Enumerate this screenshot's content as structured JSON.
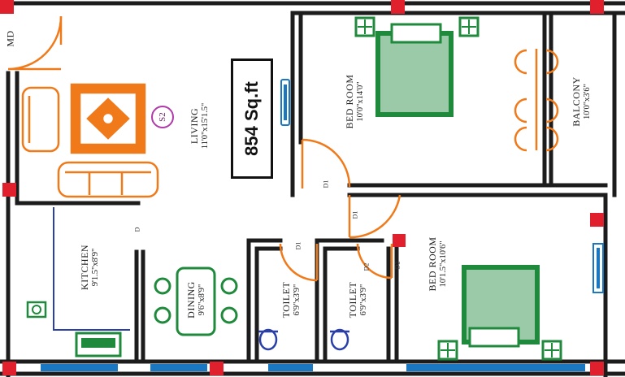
{
  "plan": {
    "area": "854 Sq.ft",
    "badge": "S2",
    "rooms": {
      "md": "MD",
      "living": {
        "name": "LIVING",
        "dims": "11'0\"x15'1.5\""
      },
      "bedroom1": {
        "name": "BED ROOM",
        "dims": "10'0\"x14'0\""
      },
      "balcony": {
        "name": "BALCONY",
        "dims": "10'0\"x3'6\""
      },
      "kitchen": {
        "name": "KITCHEN",
        "dims": "9'1.5\"x8'9\""
      },
      "dining": {
        "name": "DINING",
        "dims": "9'6\"x8'9\""
      },
      "toilet1": {
        "name": "TOILET",
        "dims": "6'9\"x3'9\""
      },
      "toilet2": {
        "name": "TOILET",
        "dims": "6'9\"x3'9\""
      },
      "bedroom2": {
        "name": "BED ROOM",
        "dims": "10'1.5\"x10'6\""
      }
    },
    "door_codes": [
      "D1",
      "D1",
      "D1",
      "D2",
      "D2",
      "D"
    ]
  },
  "colors": {
    "wall": "#1c1c1c",
    "column": "#e0202c",
    "furniture_orange": "#f07a1a",
    "bed_green": "#1f8a3c",
    "window_blue": "#1a78c2",
    "kitchen_line": "#2a3fa8",
    "badge": "#b03aa8"
  }
}
